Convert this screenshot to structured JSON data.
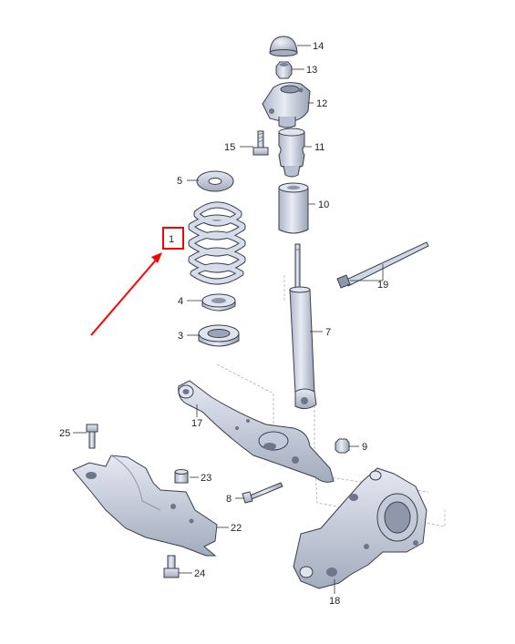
{
  "colors": {
    "part_fill": "#cfd6e6",
    "part_dark": "#8f98ab",
    "highlight": "#ff0000"
  },
  "callouts": [
    {
      "id": "p1",
      "label": "1"
    },
    {
      "id": "p3",
      "label": "3"
    },
    {
      "id": "p4",
      "label": "4"
    },
    {
      "id": "p5",
      "label": "5"
    },
    {
      "id": "p7",
      "label": "7"
    },
    {
      "id": "p8",
      "label": "8"
    },
    {
      "id": "p9",
      "label": "9"
    },
    {
      "id": "p10",
      "label": "10"
    },
    {
      "id": "p11",
      "label": "11"
    },
    {
      "id": "p12",
      "label": "12"
    },
    {
      "id": "p13",
      "label": "13"
    },
    {
      "id": "p14",
      "label": "14"
    },
    {
      "id": "p15",
      "label": "15"
    },
    {
      "id": "p17",
      "label": "17"
    },
    {
      "id": "p18",
      "label": "18"
    },
    {
      "id": "p19",
      "label": "19"
    },
    {
      "id": "p22",
      "label": "22"
    },
    {
      "id": "p23",
      "label": "23"
    },
    {
      "id": "p24",
      "label": "24"
    },
    {
      "id": "p25",
      "label": "25"
    }
  ]
}
